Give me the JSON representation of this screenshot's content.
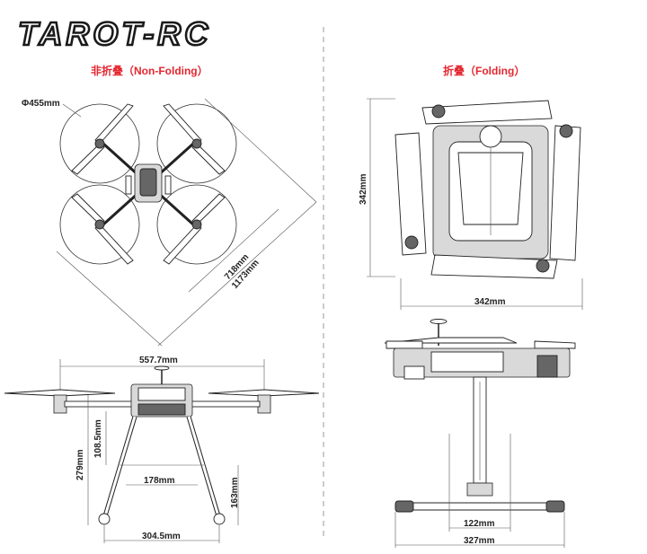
{
  "brand": {
    "text": "TAROT-RC"
  },
  "sections": {
    "non_folding": "非折叠（Non-Folding）",
    "folding": "折叠（Folding）"
  },
  "dimensions": {
    "prop_diameter": "Φ455mm",
    "diag_motor": "718mm",
    "diag_total": "1173mm",
    "fold_height": "342mm",
    "fold_width": "342mm",
    "arm_span": "557.7mm",
    "body_height": "108.5mm",
    "total_height": "279mm",
    "inner_width": "178mm",
    "gear_height": "163mm",
    "gear_span": "304.5mm",
    "side_inner": "122mm",
    "side_total": "327mm"
  },
  "colors": {
    "title_red": "#e4262f",
    "line": "#222222"
  }
}
